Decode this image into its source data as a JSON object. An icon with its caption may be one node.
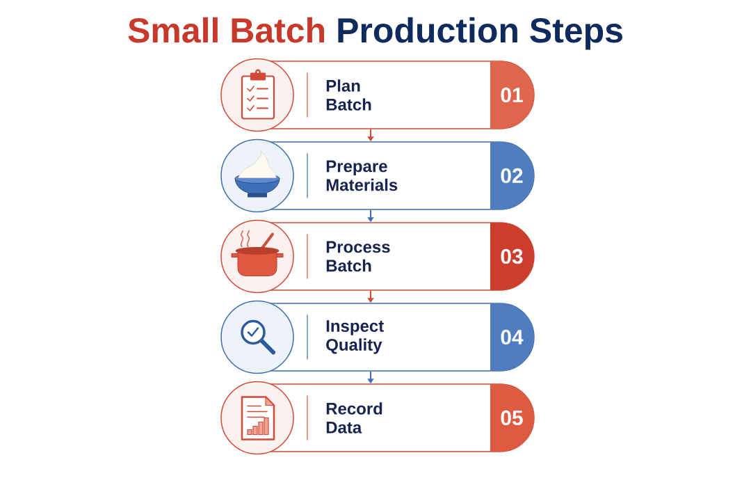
{
  "diagram": {
    "title": "Small Batch Production Steps",
    "nodes": [
      {
        "text": [
          "Plan Batch",
          "01"
        ]
      },
      {
        "text": [
          "Prepare Materials",
          "02"
        ]
      },
      {
        "text": [
          "Process Batch",
          "03"
        ]
      },
      {
        "text": [
          "Inspect Quality",
          "04"
        ]
      },
      {
        "text": [
          "Record Data",
          "05"
        ]
      }
    ],
    "edges": [
      {
        "from": 0,
        "to": 1,
        "arrow": "to",
        "color": "#d24a36"
      },
      {
        "from": 1,
        "to": 2,
        "arrow": "to",
        "color": "#3e6db0"
      },
      {
        "from": 2,
        "to": 3,
        "arrow": "to",
        "color": "#d24a36"
      },
      {
        "from": 3,
        "to": 4,
        "arrow": "to",
        "color": "#3e6db0"
      }
    ]
  }
}
